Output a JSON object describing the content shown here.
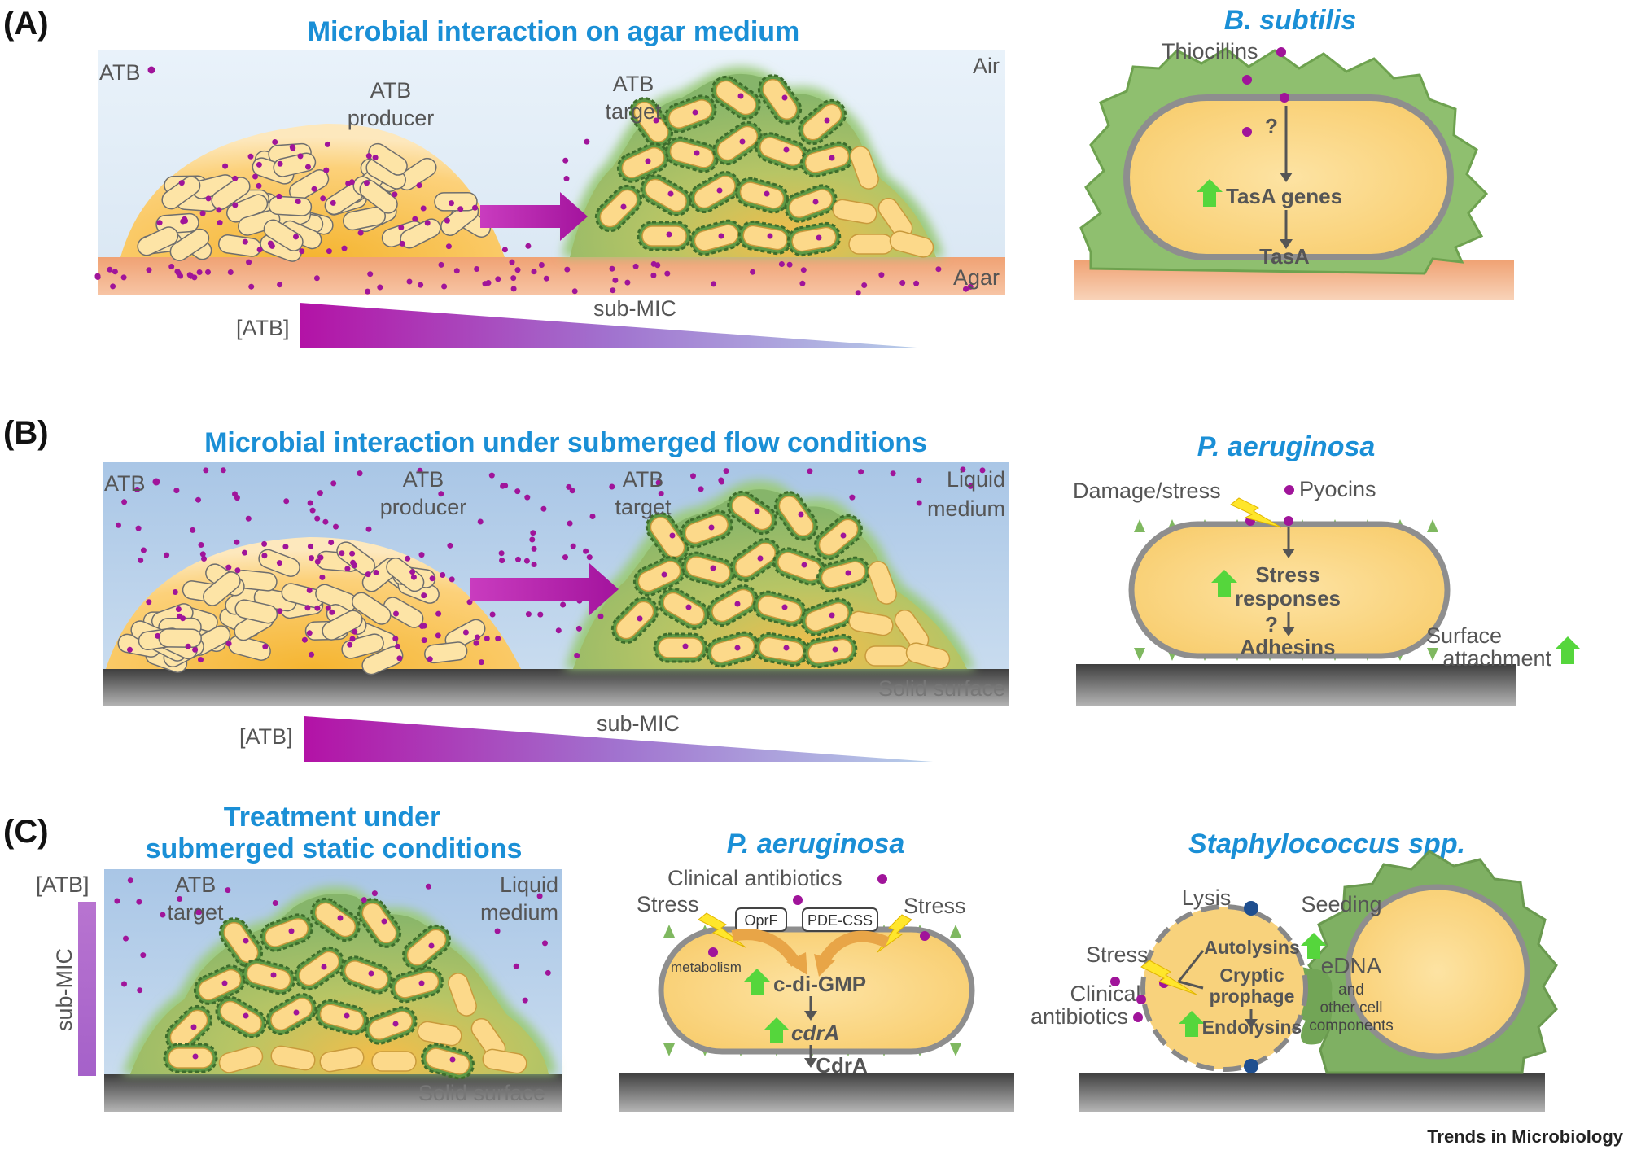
{
  "panels": {
    "a": {
      "letter": "(A)",
      "title": "Microbial interaction on agar medium",
      "atb": "ATB",
      "producer_1": "ATB",
      "producer_2": "producer",
      "target_1": "ATB",
      "target_2": "target",
      "air": "Air",
      "agar": "Agar",
      "gradient_label": "[ATB]",
      "submic": "sub-MIC",
      "species": "B. subtilis",
      "thiocillins": "Thiocillins",
      "question": "?",
      "tasa_genes": "TasA genes",
      "tasa": "TasA"
    },
    "b": {
      "letter": "(B)",
      "title": "Microbial interaction under submerged flow conditions",
      "atb": "ATB",
      "producer_1": "ATB",
      "producer_2": "producer",
      "target_1": "ATB",
      "target_2": "target",
      "liquid_1": "Liquid",
      "liquid_2": "medium",
      "solid": "Solid surface",
      "gradient_label": "[ATB]",
      "submic": "sub-MIC",
      "species": "P. aeruginosa",
      "damage": "Damage/stress",
      "pyocins": "Pyocins",
      "stress_1": "Stress",
      "stress_2": "responses",
      "question": "?",
      "adhesins": "Adhesins",
      "surface_1": "Surface",
      "surface_2": "attachment"
    },
    "c": {
      "letter": "(C)",
      "title_1": "Treatment under",
      "title_2": "submerged static conditions",
      "atb_axis": "[ATB]",
      "submic_vertical": "sub-MIC",
      "target_1": "ATB",
      "target_2": "target",
      "liquid_1": "Liquid",
      "liquid_2": "medium",
      "solid": "Solid surface",
      "pa_species": "P. aeruginosa",
      "clinical": "Clinical antibiotics",
      "stress_left": "Stress",
      "stress_right": "Stress",
      "oprf": "OprF",
      "pde": "PDE-CSS",
      "metabolism": "metabolism",
      "cdigmp": "c-di-GMP",
      "cdra_gene": "cdrA",
      "cdra_protein": "CdrA",
      "staph_species": "Staphylococcus spp.",
      "lysis": "Lysis",
      "seeding": "Seeding",
      "stress": "Stress",
      "clinical_1": "Clinical",
      "clinical_2": "antibiotics",
      "autolysins": "Autolysins",
      "cryptic_1": "Cryptic",
      "cryptic_2": "prophage",
      "endolysins": "Endolysins",
      "edna": "eDNA",
      "other_1": "and",
      "other_2": "other cell",
      "other_3": "components"
    }
  },
  "credit": "Trends in Microbiology",
  "colors": {
    "title_blue": "#1a8fd6",
    "atb_magenta": "#a0149a",
    "cell_yellow": "#fcd98a",
    "biofilm_green": "#7fb063",
    "agar_orange": "#f2ab7e",
    "surface_grey": "#5b5b5b",
    "up_arrow_green": "#55d63c"
  }
}
